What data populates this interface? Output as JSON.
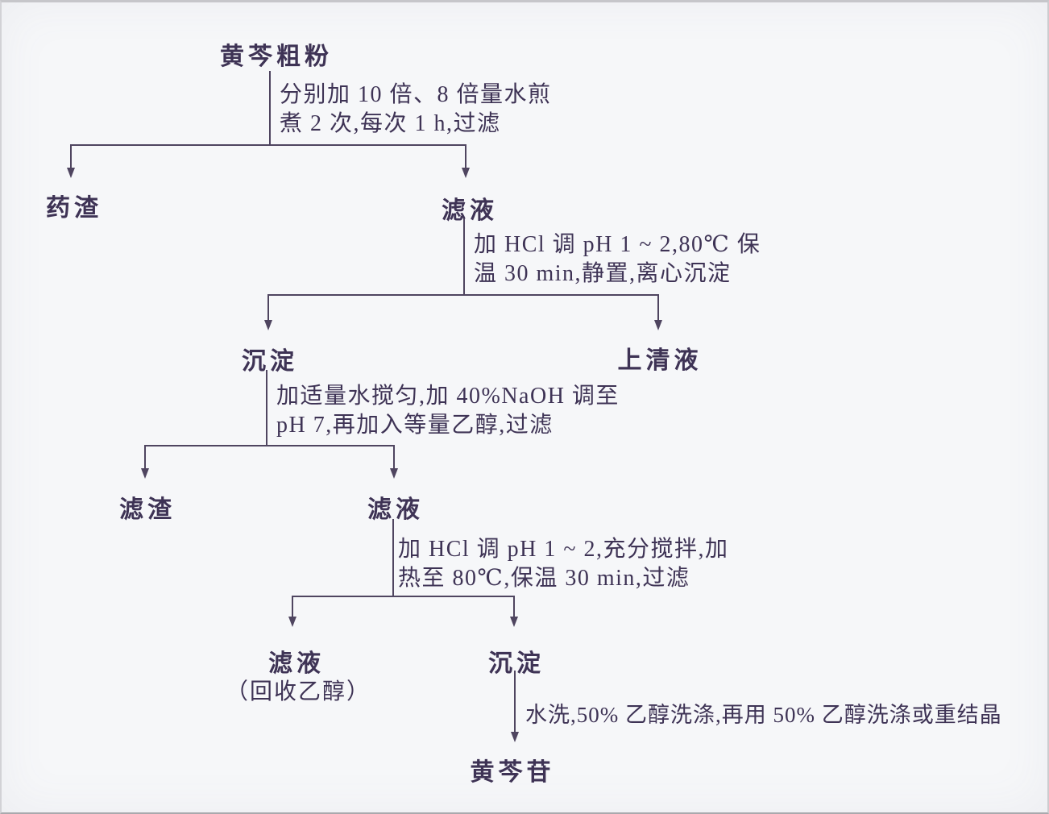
{
  "flowchart": {
    "source": "黄芩粗粉",
    "branch1": {
      "step_line1": "分别加 10 倍、8 倍量水煎",
      "step_line2": "煮 2 次,每次 1 h,过滤",
      "left": "药渣",
      "right": "滤液"
    },
    "branch2": {
      "step_line1": "加 HCl 调 pH 1 ~ 2,80℃ 保",
      "step_line2": "温 30 min,静置,离心沉淀",
      "left": "沉淀",
      "right": "上清液"
    },
    "branch3": {
      "step_line1": "加适量水搅匀,加 40%NaOH 调至",
      "step_line2": "pH 7,再加入等量乙醇,过滤",
      "left": "滤渣",
      "right": "滤液"
    },
    "branch4": {
      "step_line1": "加 HCl 调 pH 1 ~ 2,充分搅拌,加",
      "step_line2": "热至 80℃,保温 30 min,过滤",
      "left": "滤液",
      "left_note": "（回收乙醇）",
      "right": "沉淀"
    },
    "final_step": "水洗,50% 乙醇洗涤,再用 50% 乙醇洗涤或重结晶",
    "product": "黄芩苷"
  },
  "colors": {
    "text": "#3e3355",
    "line": "#4f4560",
    "background": "#f6f7f9"
  }
}
